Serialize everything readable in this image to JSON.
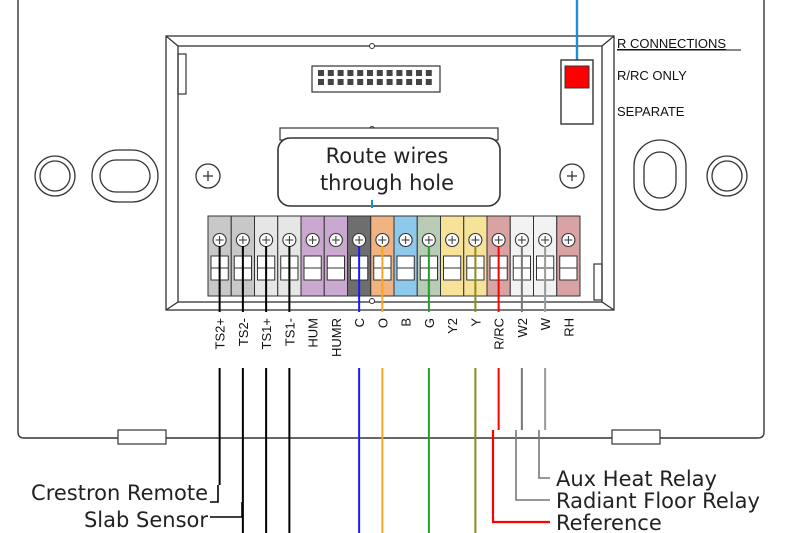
{
  "switch_panel": {
    "heading": "R CONNECTIONS",
    "option_rrc_only": "R/RC ONLY",
    "option_separate": "SEPARATE",
    "selected": "R/RC ONLY"
  },
  "center_label": {
    "line1": "Route wires",
    "line2": "through hole"
  },
  "terminals": [
    {
      "label": "TS2+",
      "color": "#c8c8c8",
      "wire": "#000000"
    },
    {
      "label": "TS2-",
      "color": "#c8c8c8",
      "wire": "#000000"
    },
    {
      "label": "TS1+",
      "color": "#e6e6e6",
      "wire": "#000000"
    },
    {
      "label": "TS1-",
      "color": "#e6e6e6",
      "wire": "#000000"
    },
    {
      "label": "HUM",
      "color": "#c9a9cf",
      "wire": null
    },
    {
      "label": "HUMR",
      "color": "#c9a9cf",
      "wire": null
    },
    {
      "label": "C",
      "color": "#6e6e6e",
      "wire": "#1a1aff"
    },
    {
      "label": "O",
      "color": "#f2b383",
      "wire": "#f5a623"
    },
    {
      "label": "B",
      "color": "#8ec8ea",
      "wire": null
    },
    {
      "label": "G",
      "color": "#b7cbb5",
      "wire": "#22a02a"
    },
    {
      "label": "Y2",
      "color": "#f7e29a",
      "wire": null
    },
    {
      "label": "Y",
      "color": "#f7e29a",
      "wire": "#8c8c1e"
    },
    {
      "label": "R/RC",
      "color": "#d9a3a3",
      "wire": "#ff0000"
    },
    {
      "label": "W2",
      "color": "#f2f2f2",
      "wire": "#777777"
    },
    {
      "label": "W",
      "color": "#f2f2f2",
      "wire": "#999999"
    },
    {
      "label": "RH",
      "color": "#d9a3a3",
      "wire": null
    }
  ],
  "callouts": {
    "crestron_line1": "Crestron Remote",
    "crestron_line2": "Slab Sensor",
    "aux_heat": "Aux Heat Relay",
    "radiant_floor": "Radiant Floor Relay",
    "reference": "Reference"
  },
  "colors": {
    "switch_indicator": "#ff0000",
    "blue_wire": "#1a8fd6",
    "red_wire": "#ff0000",
    "outline": "#333333"
  }
}
